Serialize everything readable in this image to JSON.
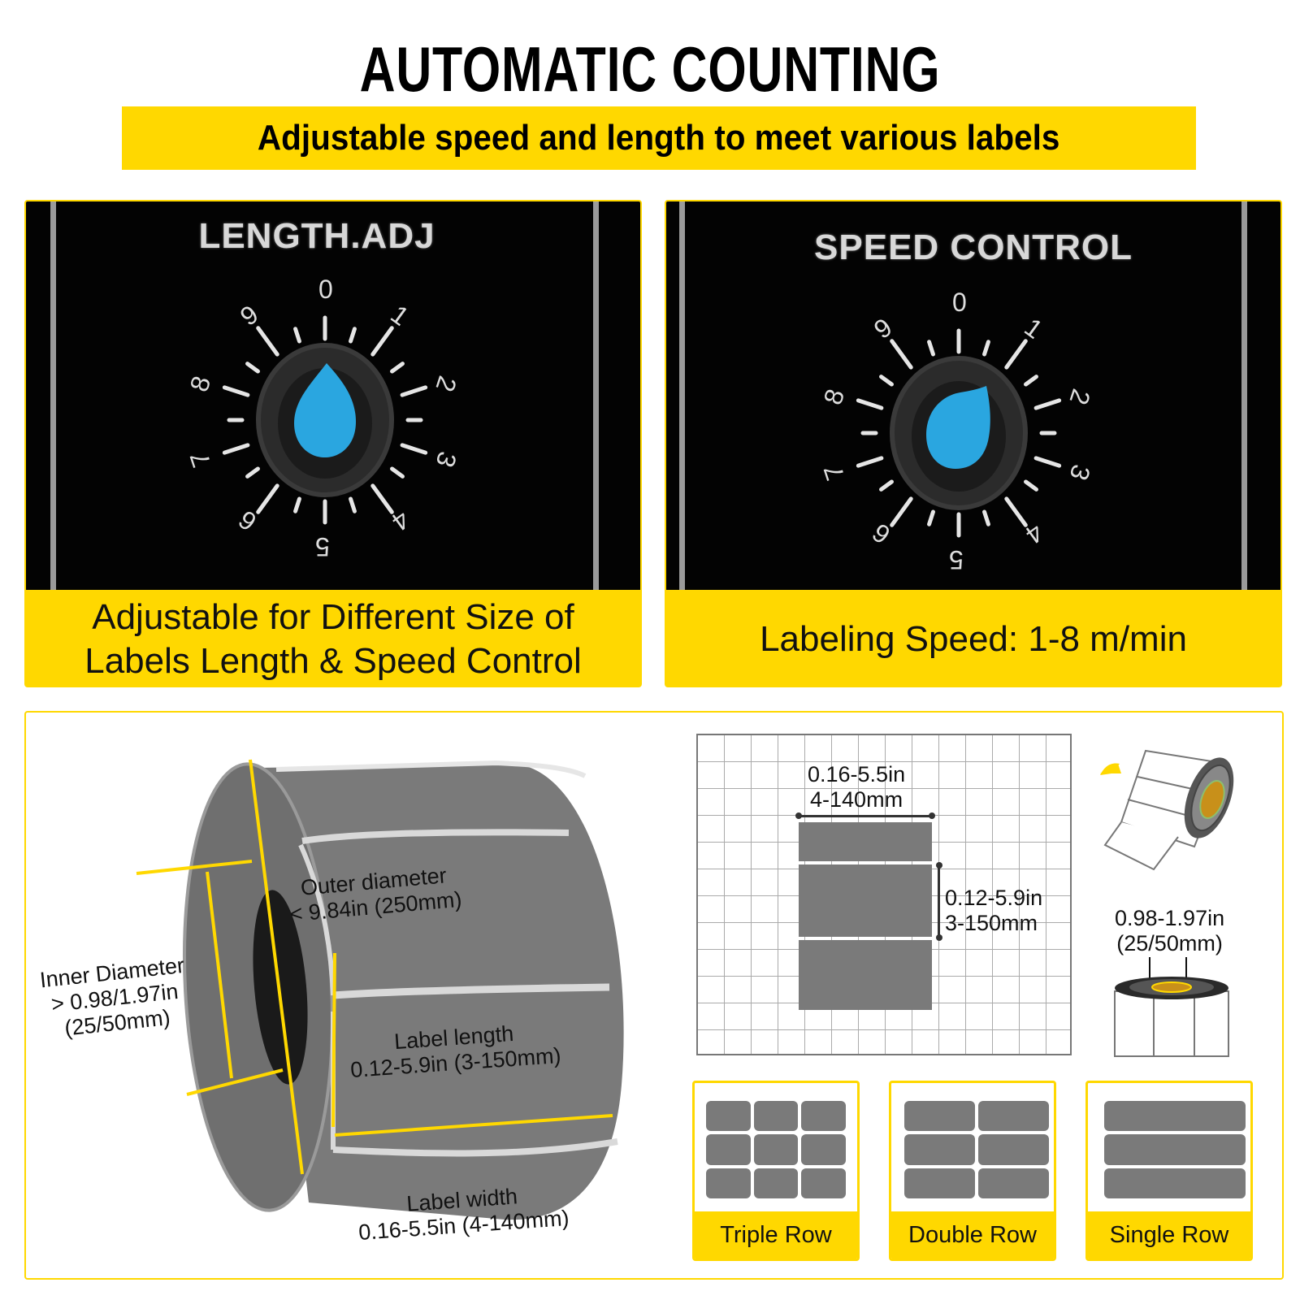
{
  "header": {
    "title": "AUTOMATIC COUNTING",
    "subtitle": "Adjustable speed and length to meet various labels"
  },
  "panels": [
    {
      "knob_label": "LENGTH.ADJ",
      "dial_numbers": [
        "0",
        "1",
        "2",
        "3",
        "4",
        "5",
        "6",
        "7",
        "8",
        "9"
      ],
      "caption_lines": [
        "Adjustable for Different Size of",
        "Labels Length & Speed Control"
      ]
    },
    {
      "knob_label": "SPEED CONTROL",
      "dial_numbers": [
        "0",
        "1",
        "2",
        "3",
        "4",
        "5",
        "6",
        "7",
        "8",
        "9"
      ],
      "caption_lines": [
        "Labeling Speed: 1-8 m/min"
      ]
    }
  ],
  "roll_diagram": {
    "outer_diameter": [
      "Outer diameter",
      "< 9.84in (250mm)"
    ],
    "inner_diameter": [
      "Inner Diameter",
      "> 0.98/1.97in",
      "(25/50mm)"
    ],
    "label_length": [
      "Label length",
      "0.12-5.9in (3-150mm)"
    ],
    "label_width": [
      "Label width",
      "0.16-5.5in (4-140mm)"
    ]
  },
  "grid_diagram": {
    "width_dim": [
      "0.16-5.5in",
      "4-140mm"
    ],
    "length_dim": [
      "0.12-5.9in",
      "3-150mm"
    ]
  },
  "core_diagram": {
    "core_dim": [
      "0.98-1.97in",
      "(25/50mm)"
    ]
  },
  "layouts": [
    {
      "label": "Triple Row",
      "columns": 3
    },
    {
      "label": "Double Row",
      "columns": 2
    },
    {
      "label": "Single Row",
      "columns": 1
    }
  ],
  "colors": {
    "accent_yellow": "#ffd800",
    "knob_blue": "#2aa6e0",
    "label_gray": "#7a7a7a",
    "panel_black": "#030303"
  }
}
